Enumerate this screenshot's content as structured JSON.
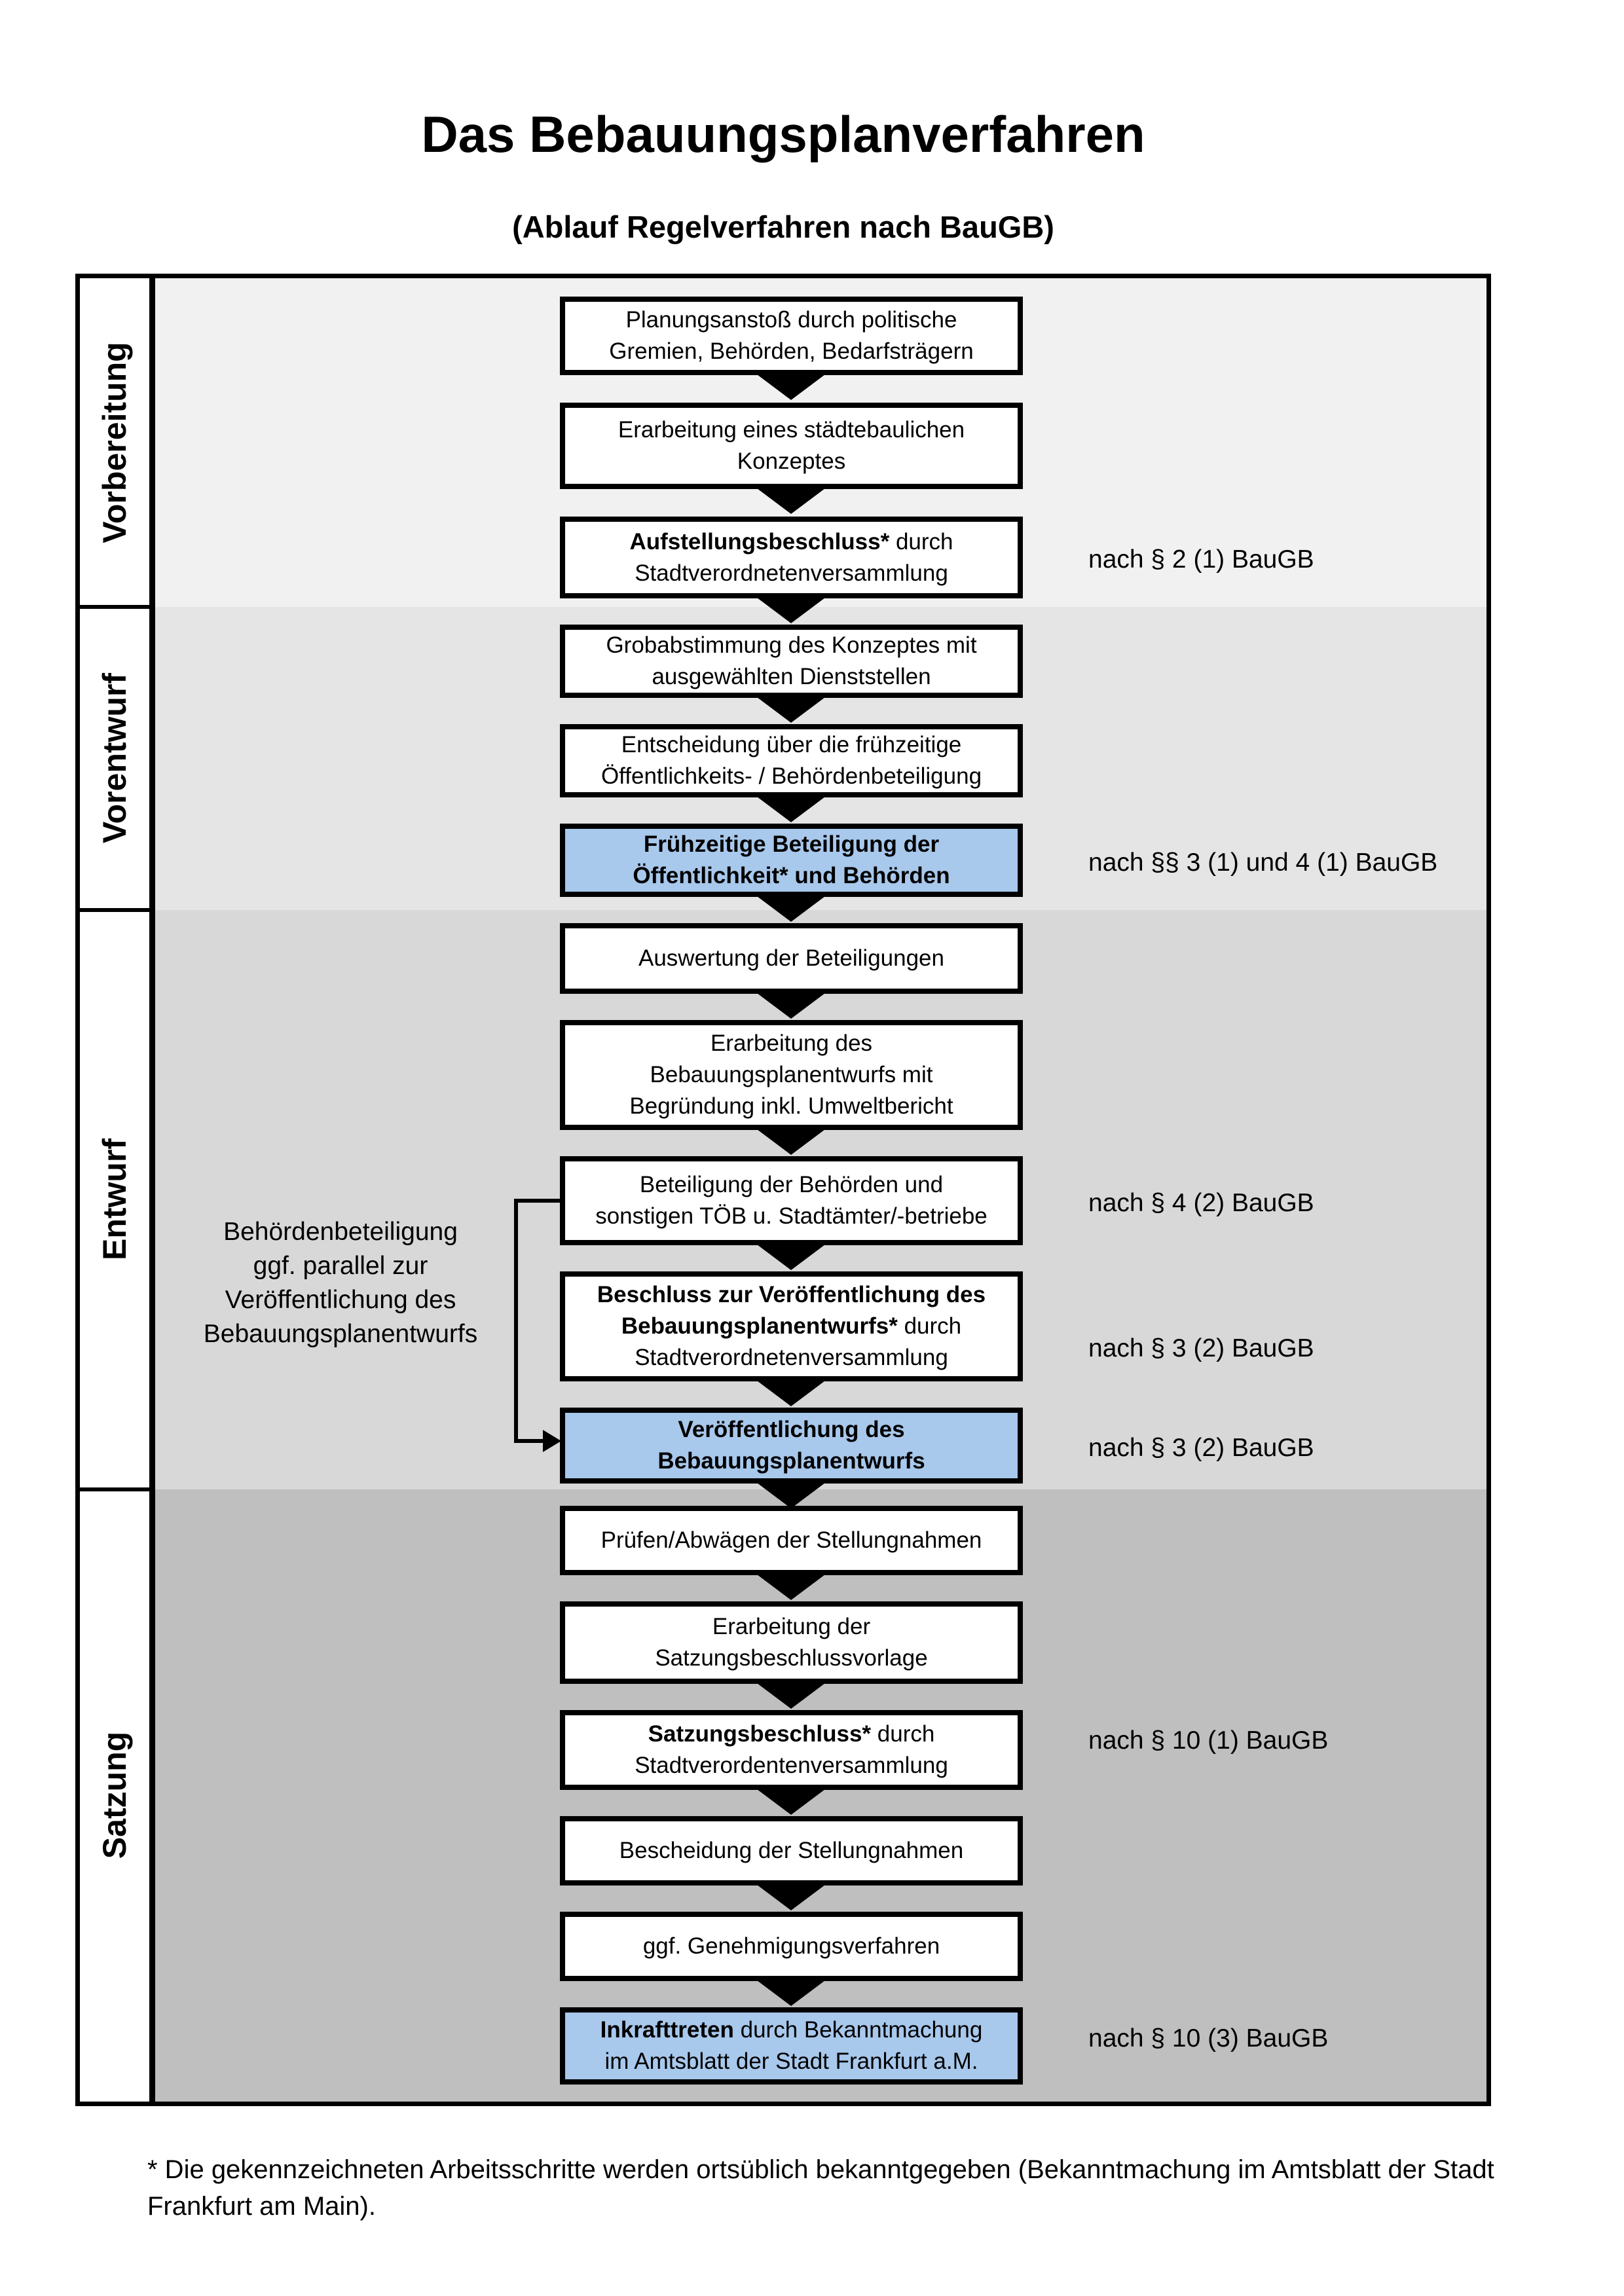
{
  "title": "Das Bebauungsplanverfahren",
  "subtitle": "(Ablauf Regelverfahren nach BauGB)",
  "colors": {
    "box_highlight": "#a8c8ec",
    "band_vorbereitung": "#f1f1f1",
    "band_vorentwurf": "#e5e5e5",
    "band_entwurf": "#d8d8d8",
    "band_satzung": "#bfbfbf"
  },
  "sections": [
    {
      "label": "Vorbereitung"
    },
    {
      "label": "Vorentwurf"
    },
    {
      "label": "Entwurf"
    },
    {
      "label": "Satzung"
    }
  ],
  "flow": {
    "boxes": [
      {
        "line1": "Planungsanstoß durch politische",
        "line2": "Gremien, Behörden, Bedarfsträgern"
      },
      {
        "line1": "Erarbeitung eines städtebaulichen",
        "line2": "Konzeptes"
      },
      {
        "line1_bold": "Aufstellungsbeschluss*",
        "line1_rest": " durch",
        "line2": "Stadtverordnetenversammlung"
      },
      {
        "line1": "Grobabstimmung des Konzeptes mit",
        "line2": "ausgewählten Dienststellen"
      },
      {
        "line1": "Entscheidung über die frühzeitige",
        "line2": "Öffentlichkeits- / Behördenbeteiligung"
      },
      {
        "line1_bold": "Frühzeitige Beteiligung der",
        "line2_bold": "Öffentlichkeit* und Behörden"
      },
      {
        "line1": "Auswertung der Beteiligungen"
      },
      {
        "line1": "Erarbeitung des",
        "line2": "Bebauungsplanentwurfs mit",
        "line3": "Begründung inkl. Umweltbericht"
      },
      {
        "line1": "Beteiligung der Behörden und",
        "line2": "sonstigen TÖB u. Stadtämter/-betriebe"
      },
      {
        "line1_bold": "Beschluss zur Veröffentlichung des",
        "line2_bold": "Bebauungsplanentwurfs*",
        "line2_rest": " durch",
        "line3": "Stadtverordnetenversammlung"
      },
      {
        "line1_bold": "Veröffentlichung des",
        "line2_bold": "Bebauungsplanentwurfs"
      },
      {
        "line1": "Prüfen/Abwägen der Stellungnahmen"
      },
      {
        "line1": "Erarbeitung der",
        "line2": "Satzungsbeschlussvorlage"
      },
      {
        "line1_bold": "Satzungsbeschluss*",
        "line1_rest": " durch",
        "line2": "Stadtverordentenversammlung"
      },
      {
        "line1": "Bescheidung der Stellungnahmen"
      },
      {
        "line1": "ggf. Genehmigungsverfahren"
      },
      {
        "line1_bold": "Inkrafttreten",
        "line1_rest": " durch Bekanntmachung",
        "line2": "im Amtsblatt der Stadt Frankfurt a.M."
      }
    ]
  },
  "references": [
    {
      "text": "nach § 2 (1) BauGB"
    },
    {
      "text": "nach §§ 3 (1) und 4 (1) BauGB"
    },
    {
      "text": "nach § 4 (2) BauGB"
    },
    {
      "text": "nach § 3 (2) BauGB"
    },
    {
      "text": "nach § 3 (2) BauGB"
    },
    {
      "text": "nach § 10 (1) BauGB"
    },
    {
      "text": "nach § 10 (3) BauGB"
    }
  ],
  "annotation": {
    "text": "Behördenbeteiligung\nggf. parallel zur\nVeröffentlichung des\nBebauungsplanentwurfs"
  },
  "footnote": {
    "text": "* Die gekennzeichneten Arbeitsschritte werden ortsüblich bekanntgegeben (Bekanntmachung im Amtsblatt  der Stadt\nFrankfurt am Main)."
  }
}
